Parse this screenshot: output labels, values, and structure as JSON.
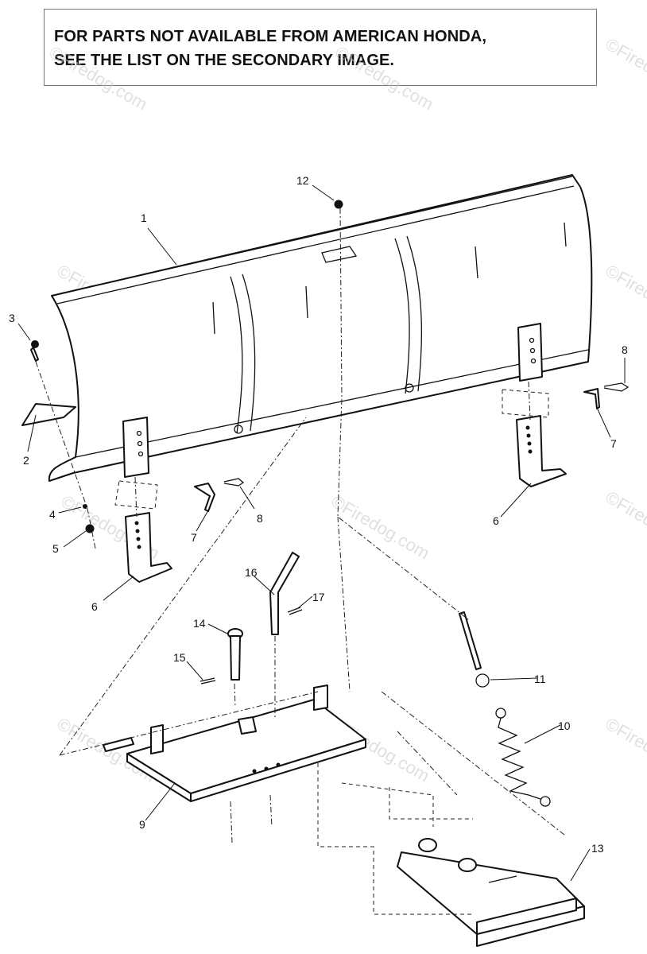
{
  "notice": {
    "line1": "FOR PARTS NOT AVAILABLE FROM AMERICAN HONDA,",
    "line2": "SEE THE LIST ON THE SECONDARY IMAGE."
  },
  "watermark": "©Firedog.com",
  "callouts": {
    "c1": "1",
    "c2": "2",
    "c3": "3",
    "c4": "4",
    "c5": "5",
    "c6a": "6",
    "c6b": "6",
    "c7a": "7",
    "c7b": "7",
    "c8a": "8",
    "c8b": "8",
    "c9": "9",
    "c10": "10",
    "c11": "11",
    "c12": "12",
    "c13": "13",
    "c14": "14",
    "c15": "15",
    "c16": "16",
    "c17": "17"
  }
}
